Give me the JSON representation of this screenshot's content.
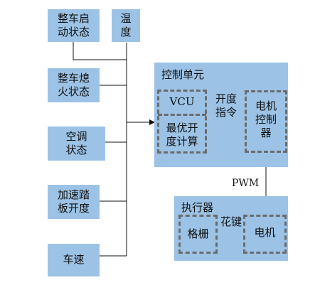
{
  "inputs": {
    "start_state": "整车启\n动状态",
    "temperature": "温\n度",
    "flameout_state": "整车熄\n火状态",
    "ac_state": "空调\n状态",
    "accel_pedal": "加速踏\n板开度",
    "speed": "车速"
  },
  "control_unit": {
    "title": "控制单元",
    "vcu": "VCU",
    "optimal_calc": "最优开\n度计算",
    "opening_cmd": "开度\n指令",
    "motor_controller": "电机\n控制\n器"
  },
  "pwm_label": "PWM",
  "actuator": {
    "title": "执行器",
    "grille": "格栅",
    "spline": "花键",
    "motor": "电机"
  }
}
